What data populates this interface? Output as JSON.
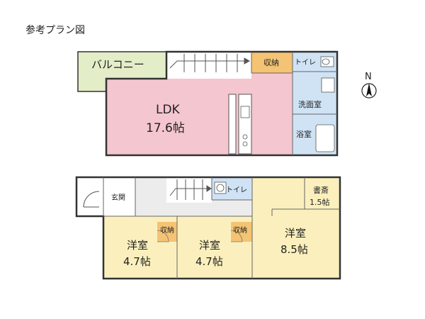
{
  "title": "参考プラン図",
  "compass": {
    "label": "N"
  },
  "floor2": {
    "balcony": "バルコニー",
    "storage": "収納",
    "toilet": "トイレ",
    "ldk_name": "LDK",
    "ldk_size": "17.6帖",
    "washroom": "洗面室",
    "bathroom": "浴室"
  },
  "floor1": {
    "entrance": "玄関",
    "toilet": "トイレ",
    "storage_a": "収納",
    "storage_b": "収納",
    "room_a_name": "洋室",
    "room_a_size": "4.7帖",
    "room_b_name": "洋室",
    "room_b_size": "4.7帖",
    "room_c_name": "洋室",
    "room_c_size": "8.5帖",
    "study_name": "書斎",
    "study_size": "1.5帖"
  },
  "colors": {
    "ldk": "#f4c6d0",
    "balcony": "#e3edc7",
    "storage": "#f4c373",
    "wet": "#cfe3f5",
    "bedroom": "#fbf0bd",
    "hall": "#ececec"
  }
}
